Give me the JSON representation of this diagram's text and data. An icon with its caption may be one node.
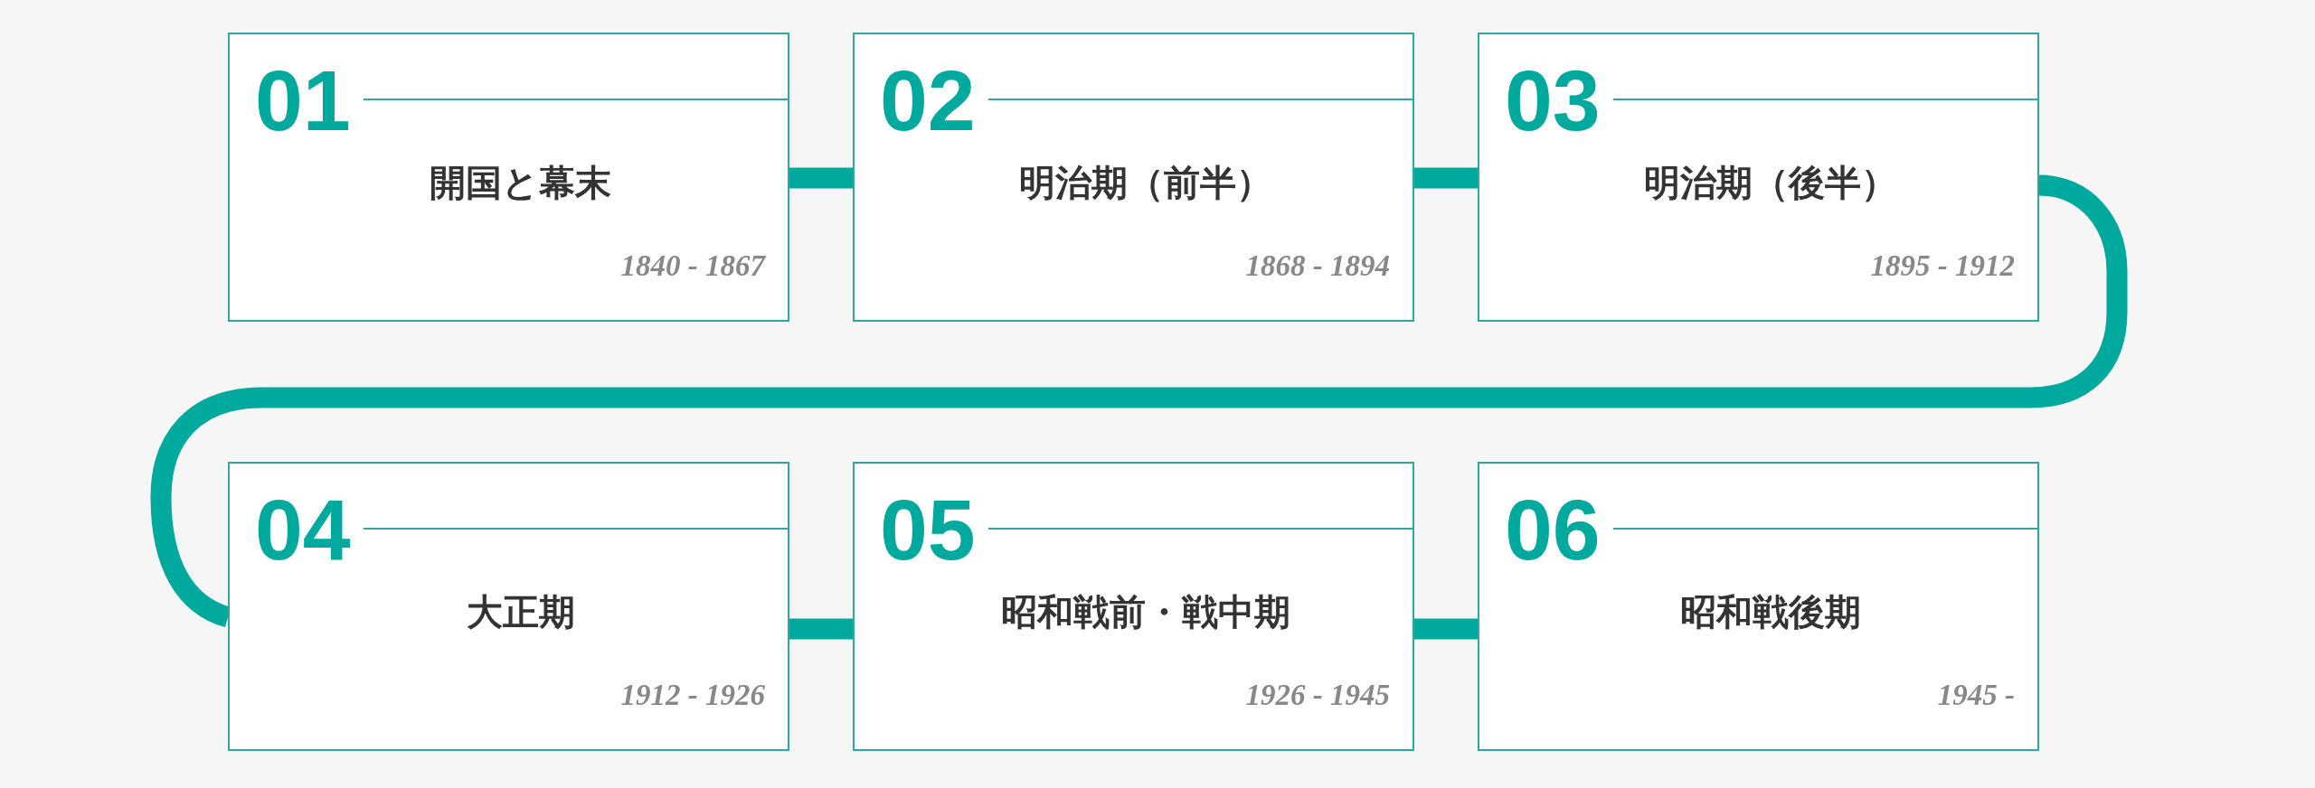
{
  "diagram": {
    "nodes": [
      {
        "text": [
          "01",
          "開国と幕末",
          "1840 - 1867"
        ]
      },
      {
        "text": [
          "02",
          "明治期（前半）",
          "1868 - 1894"
        ]
      },
      {
        "text": [
          "03",
          "明治期（後半）",
          "1895 - 1912"
        ]
      },
      {
        "text": [
          "04",
          "大正期",
          "1912 - 1926"
        ]
      },
      {
        "text": [
          "05",
          "昭和戦前・戦中期",
          "1926 - 1945"
        ]
      },
      {
        "text": [
          "06",
          "昭和戦後期",
          "1945 -"
        ]
      }
    ],
    "edges": [
      {
        "from": 0,
        "to": 1,
        "arrow": "none"
      },
      {
        "from": 1,
        "to": 2,
        "arrow": "none"
      },
      {
        "from": 2,
        "to": 3,
        "arrow": "none"
      },
      {
        "from": 3,
        "to": 4,
        "arrow": "none"
      },
      {
        "from": 4,
        "to": 5,
        "arrow": "none"
      }
    ]
  }
}
